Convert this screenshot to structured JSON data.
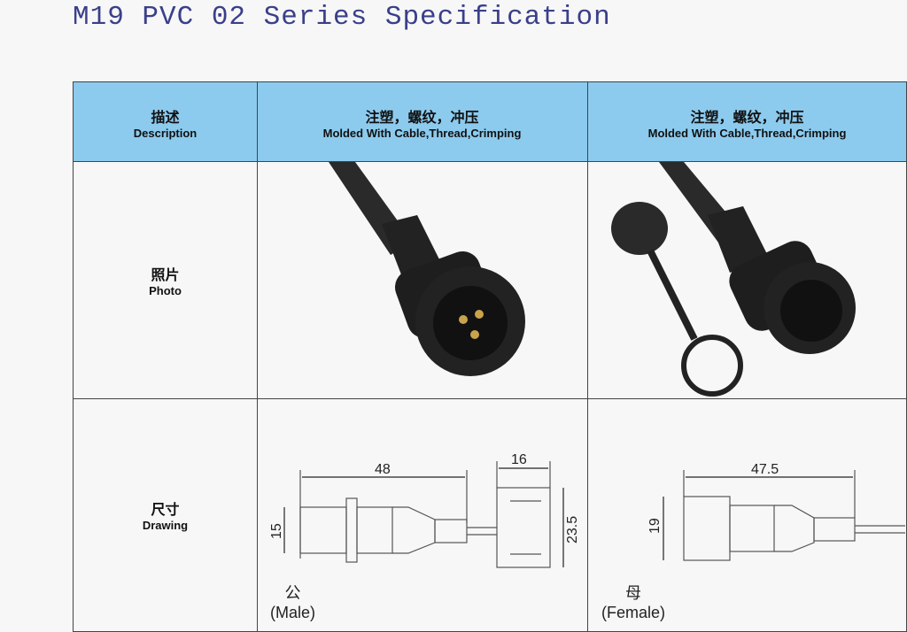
{
  "title": "M19 PVC 02 Series Specification",
  "header": {
    "col0": {
      "zh": "描述",
      "en": "Description"
    },
    "col1": {
      "zh": "注塑，螺纹，冲压",
      "en": "Molded With Cable,Thread,Crimping"
    },
    "col2": {
      "zh": "注塑，螺纹，冲压",
      "en": "Molded With Cable,Thread,Crimping"
    }
  },
  "rows": {
    "photo": {
      "zh": "照片",
      "en": "Photo"
    },
    "drawing": {
      "zh": "尺寸",
      "en": "Drawing"
    }
  },
  "drawings": {
    "male": {
      "zh": "公",
      "en": "(Male)",
      "length": "48",
      "diameter": "15",
      "cap_width": "16",
      "cap_diameter": "23.5"
    },
    "female": {
      "zh": "母",
      "en": "(Female)",
      "length": "47.5",
      "diameter": "19"
    }
  },
  "colors": {
    "header": "#8ccbee",
    "title": "#3a3f8a"
  }
}
